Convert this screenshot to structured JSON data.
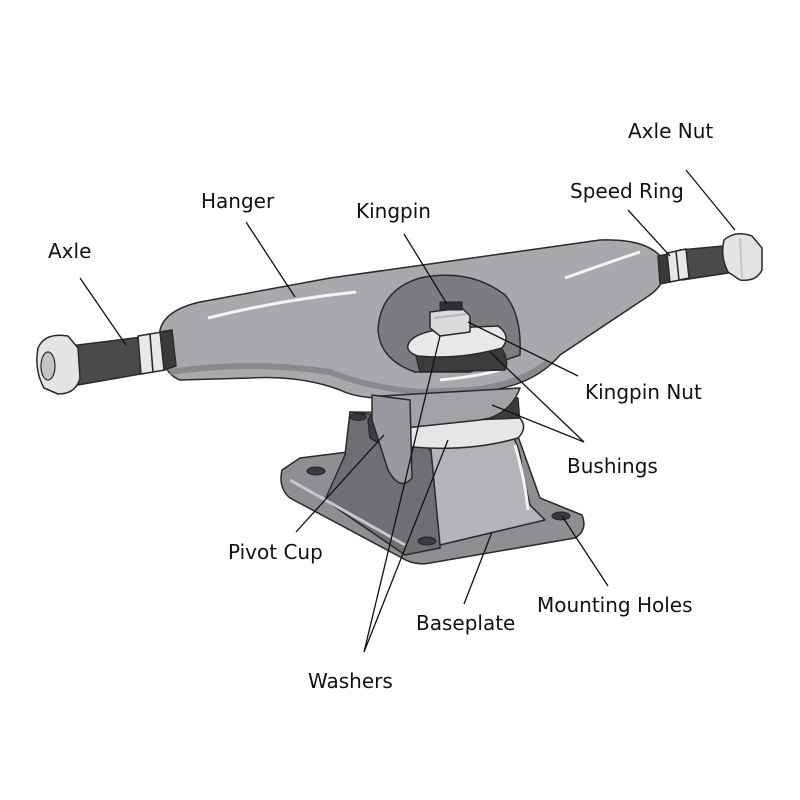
{
  "labels": {
    "axle_nut": "Axle Nut",
    "speed_ring": "Speed Ring",
    "hanger": "Hanger",
    "kingpin": "Kingpin",
    "axle": "Axle",
    "kingpin_nut": "Kingpin Nut",
    "bushings": "Bushings",
    "pivot_cup": "Pivot Cup",
    "mounting_holes": "Mounting Holes",
    "baseplate": "Baseplate",
    "washers": "Washers"
  },
  "colors": {
    "hanger_body": "#a9a9ad",
    "baseplate_body": "#9c9ca0",
    "dark_part": "#4a4a4d",
    "light_part": "#e8e8ea",
    "outline": "#2a2a2a"
  }
}
